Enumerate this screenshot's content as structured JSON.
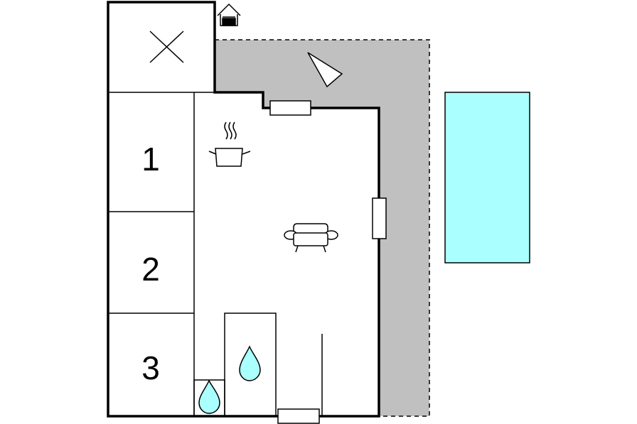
{
  "rooms": [
    {
      "label": "1"
    },
    {
      "label": "2"
    },
    {
      "label": "3"
    }
  ],
  "icons": {
    "kitchen": "cooking-pot-icon",
    "living": "sofa-icon",
    "bath_shower": "water-drop-icon",
    "bath_sink": "water-drop-icon",
    "entrance": "house-entrance-icon",
    "terrace": "umbrella-icon",
    "storage": "closed-room-cross-icon"
  },
  "colors": {
    "terrace": "#c0c0c0",
    "pool": "#aaffff",
    "water": "#aaffff",
    "walls": "#000000"
  }
}
